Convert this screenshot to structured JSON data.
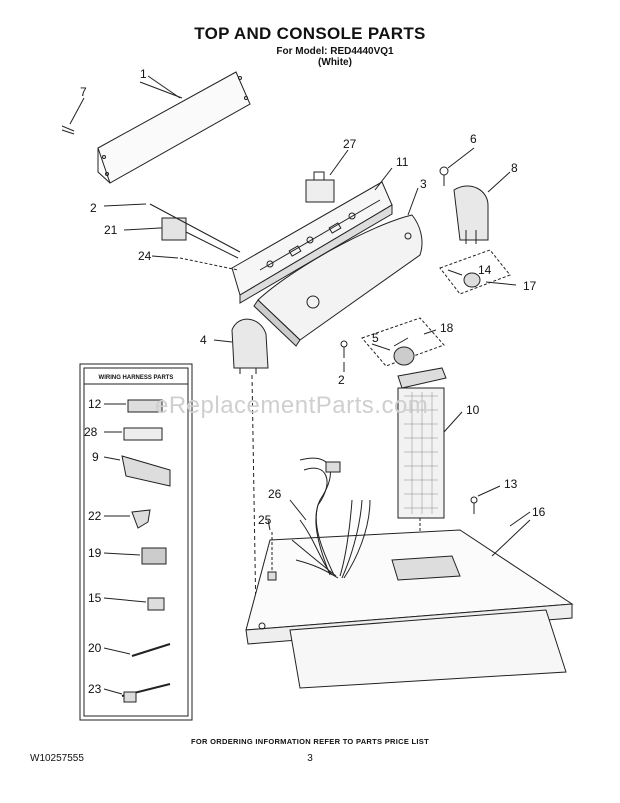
{
  "title": "TOP AND CONSOLE PARTS",
  "model_line": "For Model: RED4440VQ1",
  "color_line": "(White)",
  "wiring_box_title": "WIRING HARNESS PARTS",
  "watermark": "eReplacementParts.com",
  "footer_note": "FOR ORDERING INFORMATION REFER TO PARTS PRICE LIST",
  "doc_number": "W10257555",
  "page_number": "3",
  "callouts": {
    "c1": "1",
    "c7": "7",
    "c27": "27",
    "c11": "11",
    "c6": "6",
    "c8": "8",
    "c3": "3",
    "c2a": "2",
    "c21": "21",
    "c24": "24",
    "c14": "14",
    "c17": "17",
    "c5": "5",
    "c18": "18",
    "c4": "4",
    "c2b": "2",
    "c10": "10",
    "c13": "13",
    "c16": "16",
    "c26": "26",
    "c25": "25",
    "w12": "12",
    "w28": "28",
    "w9": "9",
    "w22": "22",
    "w19": "19",
    "w15": "15",
    "w20": "20",
    "w23": "23"
  }
}
